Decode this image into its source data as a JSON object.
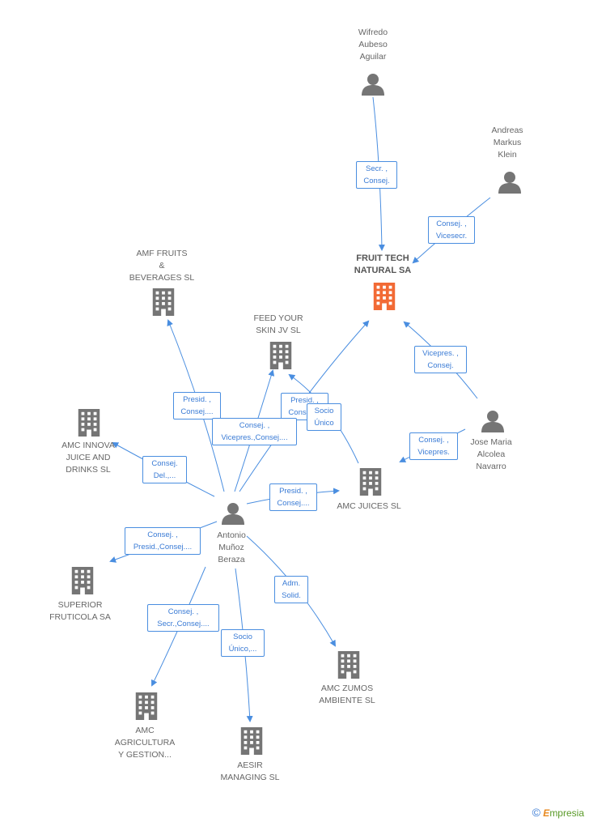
{
  "colors": {
    "edge": "#4a8ee0",
    "node": "#757575",
    "highlight": "#f26a35"
  },
  "nodes": {
    "wilfredo": {
      "label": "Wifredo\nAubeso\nAguilar",
      "type": "person"
    },
    "andreas": {
      "label": "Andreas\nMarkus\nKlein",
      "type": "person"
    },
    "fruit_tech": {
      "label": "FRUIT TECH\nNATURAL SA",
      "type": "company-main"
    },
    "amf_fruits": {
      "label": "AMF FRUITS\n&\nBEVERAGES SL",
      "type": "company"
    },
    "feed_your_skin": {
      "label": "FEED YOUR\nSKIN JV  SL",
      "type": "company"
    },
    "amc_innova": {
      "label": "AMC INNOVA\nJUICE AND\nDRINKS  SL",
      "type": "company"
    },
    "jose_maria": {
      "label": "Jose Maria\nAlcolea\nNavarro",
      "type": "person"
    },
    "amc_juices": {
      "label": "AMC JUICES  SL",
      "type": "company"
    },
    "antonio": {
      "label": "Antonio\nMuñoz\nBeraza",
      "type": "person"
    },
    "superior": {
      "label": "SUPERIOR\nFRUTICOLA SA",
      "type": "company"
    },
    "amc_zumos": {
      "label": "AMC ZUMOS\nAMBIENTE SL",
      "type": "company"
    },
    "amc_agricultura": {
      "label": "AMC\nAGRICULTURA\nY GESTION...",
      "type": "company"
    },
    "aesir": {
      "label": "AESIR\nMANAGING  SL",
      "type": "company"
    }
  },
  "edge_labels": {
    "wilfredo_fruit": "Secr. ,\nConsej.",
    "andreas_fruit": "Consej. ,\nVicesecr.",
    "jose_fruit": "Vicepres. ,\nConsej.",
    "jose_juices": "Consej. ,\nVicepres.",
    "antonio_amf": "Presid. ,\nConsej....",
    "antonio_feed": "Consej. ,\nVicepres.,Consej....",
    "antonio_fruit": "Presid. ,\nConsej....",
    "juices_feed": "Socio\nÚnico",
    "antonio_innova": "Consej.\nDel.,...",
    "antonio_juices": "Presid. ,\nConsej....",
    "antonio_superior": "Consej. ,\nPresid.,Consej....",
    "antonio_zumos": "Adm.\nSolid.",
    "antonio_agricultura": "Consej. ,\nSecr.,Consej....",
    "antonio_aesir": "Socio\nÚnico,..."
  },
  "brand": {
    "symbol": "©",
    "initial": "E",
    "name": "mpresia"
  }
}
